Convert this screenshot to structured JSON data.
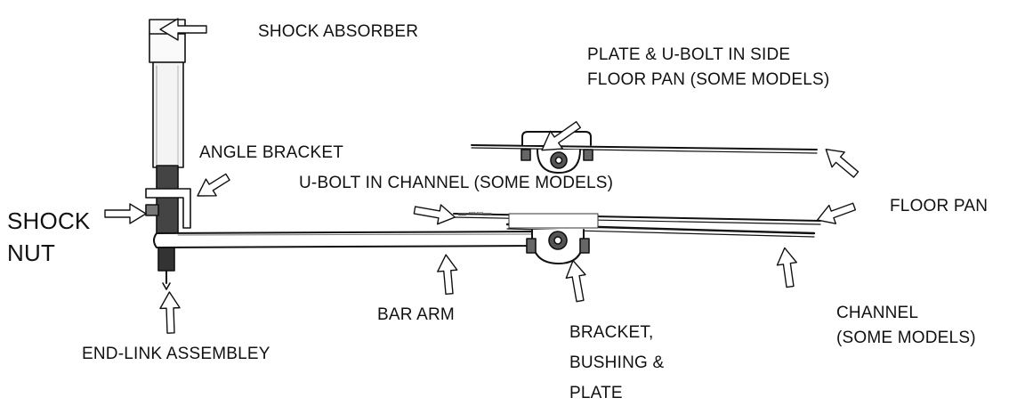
{
  "diagram": {
    "labels": {
      "shock_absorber": "SHOCK ABSORBER",
      "plate_ubolt_line1": "PLATE & U-BOLT IN SIDE",
      "plate_ubolt_line2": "FLOOR PAN (SOME MODELS)",
      "angle_bracket": "ANGLE BRACKET",
      "ubolt_channel": "U-BOLT IN CHANNEL (SOME MODELS)",
      "floor_pan": "FLOOR PAN",
      "shock_nut_line1": "SHOCK",
      "shock_nut_line2": "NUT",
      "bar_arm": "BAR ARM",
      "channel_line1": "CHANNEL",
      "channel_line2": "(SOME MODELS)",
      "bracket_line1": "BRACKET,",
      "bracket_line2": "BUSHING &",
      "bracket_line3": "PLATE",
      "end_link": "END-LINK ASSEMBLEY"
    },
    "colors": {
      "ink": "#111111",
      "paper": "#ffffff"
    }
  }
}
